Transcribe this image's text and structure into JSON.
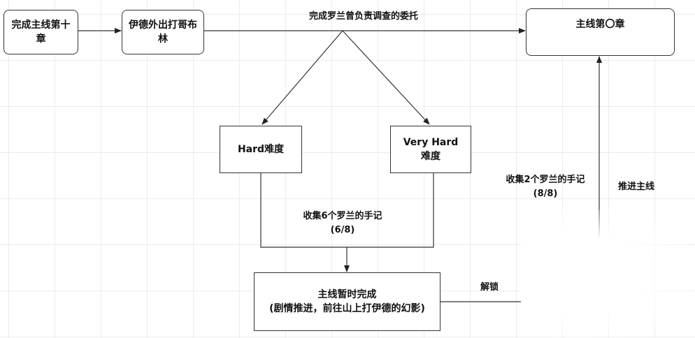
{
  "nodes": {
    "chapter10": {
      "line1": "完成主线第十",
      "line2": "章"
    },
    "goblin": {
      "line1": "伊德外出打哥布",
      "line2": "林"
    },
    "next_chapter": {
      "title": "主线第〇章"
    },
    "hard": {
      "label": "Hard难度"
    },
    "very_hard": {
      "line1": "Very Hard",
      "line2": "难度"
    },
    "temp_complete": {
      "line1": "主线暂时完成",
      "line2": "(剧情推进，前往山上打伊德的幻影)"
    }
  },
  "edges": {
    "commission": "完成罗兰曾负责调查的委托",
    "collect6": {
      "line1": "收集6个罗兰的手记",
      "line2": "(6/8)"
    },
    "unlock": "解锁",
    "collect2": {
      "line1": "收集2个罗兰的手记",
      "line2": "(8/8)"
    },
    "advance": "推进主线"
  }
}
